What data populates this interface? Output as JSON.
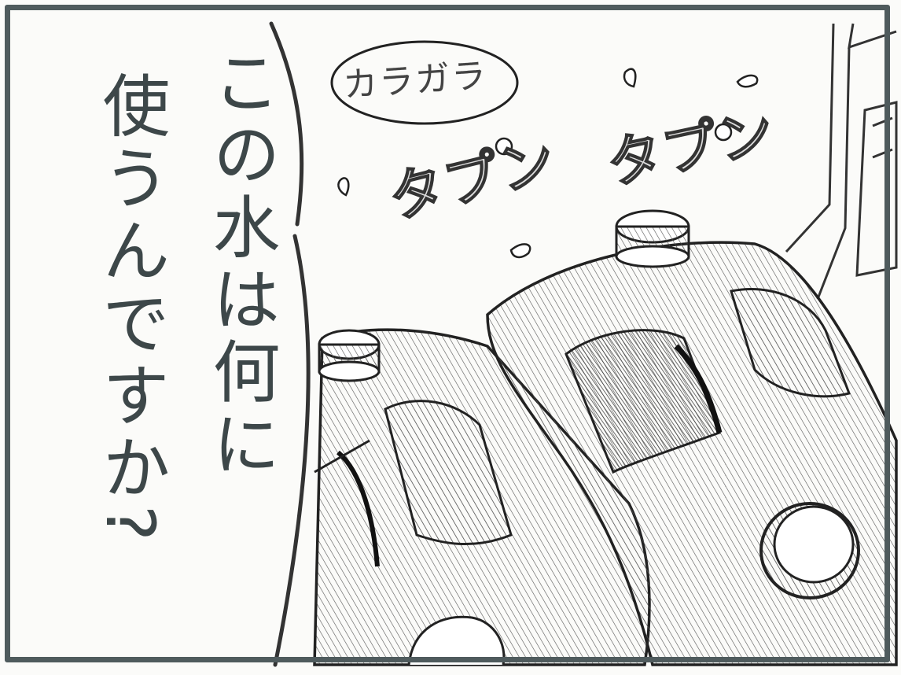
{
  "speech": {
    "line1": "この水は何に",
    "line2": "使うんですか?"
  },
  "sound_effects": {
    "karagara": "カラガラ",
    "tapun_1": "タプン",
    "tapun_2": "タプン"
  },
  "colors": {
    "frame": "#4f5b5d",
    "ink": "#3d4749",
    "paper": "#fbfbf9"
  }
}
